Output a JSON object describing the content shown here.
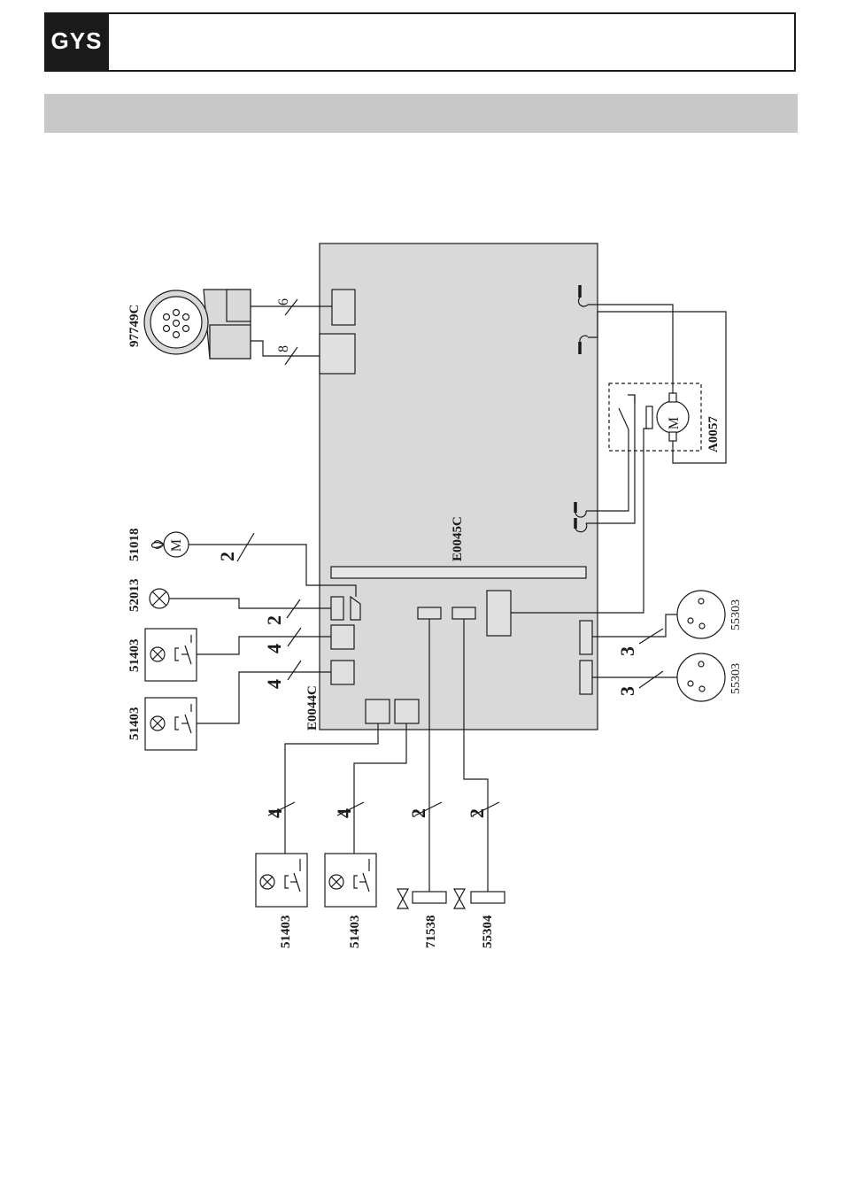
{
  "header": {
    "logo": "GYS"
  },
  "labels": {
    "connector_main": "97749C",
    "fan": "51018",
    "lamp": "52013",
    "switch_1": "51403",
    "switch_2": "51403",
    "switch_3": "51403",
    "switch_4": "51403",
    "valve_1": "71538",
    "valve_2": "55304",
    "socket_1": "55303",
    "socket_2": "55303",
    "motor_module": "A0057",
    "board_main": "E0045C",
    "board_sub": "E0044C",
    "motor_symbol": "M",
    "fan_symbol": "M"
  },
  "wire_counts": {
    "w_conn_6": "6",
    "w_conn_8": "8",
    "w_fan": "2",
    "w_lamp": "2",
    "w_sw1": "4",
    "w_sw2": "4",
    "w_sw3": "4",
    "w_sw4": "4",
    "w_valve1": "2",
    "w_valve2": "2",
    "w_sock1": "3",
    "w_sock2": "3"
  },
  "colors": {
    "ink": "#1a1a1a",
    "board_fill": "#d9d9d9",
    "band": "#c8c8c8"
  }
}
